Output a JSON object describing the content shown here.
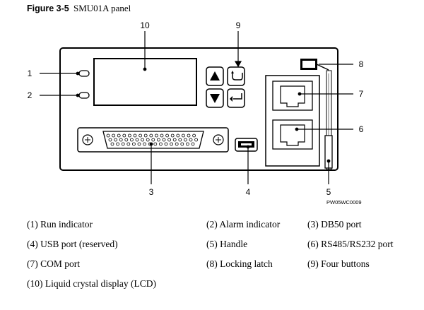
{
  "figure": {
    "number": "Figure 3-5",
    "title": "SMU01A panel",
    "code": "PW05WC0009"
  },
  "callouts": [
    "1",
    "2",
    "3",
    "4",
    "5",
    "6",
    "7",
    "8",
    "9",
    "10"
  ],
  "legend": [
    "(1) Run indicator",
    "(2) Alarm indicator",
    "(3) DB50 port",
    "(4) USB port (reserved)",
    "(5) Handle",
    "(6) RS485/RS232 port",
    "(7) COM port",
    "(8) Locking latch",
    "(9) Four buttons",
    "(10) Liquid crystal display (LCD)"
  ]
}
